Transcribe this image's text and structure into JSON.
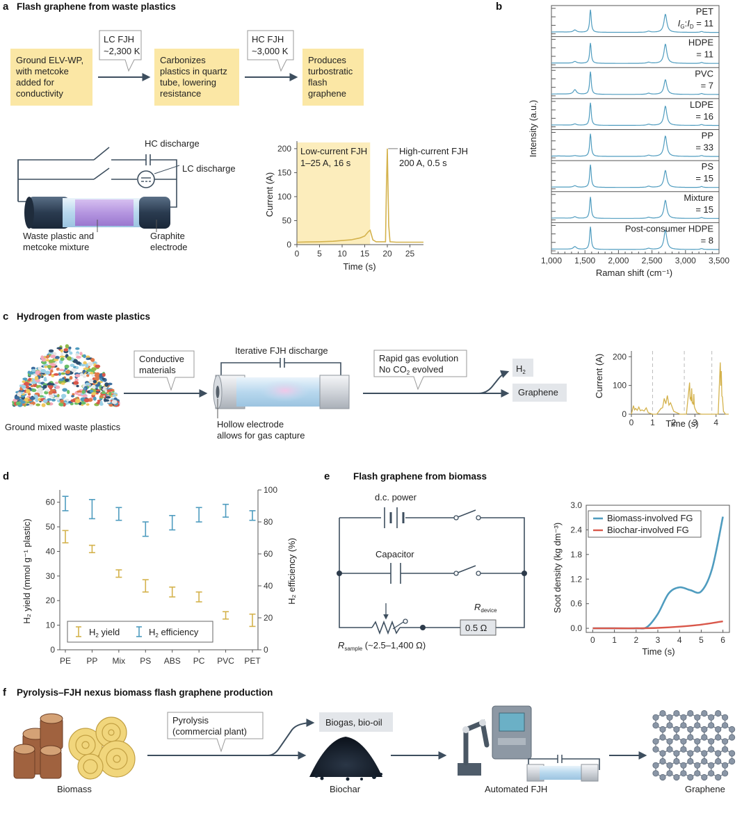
{
  "panel_a": {
    "letter": "a",
    "title": "Flash graphene from waste plastics",
    "box1": [
      "Ground ELV-WP,",
      "with metcoke",
      "added for",
      "conductivity"
    ],
    "callout1": [
      "LC FJH",
      "~2,300 K"
    ],
    "box2": [
      "Carbonizes",
      "plastics in quartz",
      "tube, lowering",
      "resistance"
    ],
    "callout2": [
      "HC FJH",
      "~3,000 K"
    ],
    "box3": [
      "Produces",
      "turbostratic",
      "flash",
      "graphene"
    ],
    "hc_discharge": "HC discharge",
    "lc_discharge": "LC discharge",
    "waste_label": [
      "Waste plastic and",
      "metcoke mixture"
    ],
    "electrode_label": [
      "Graphite",
      "electrode"
    ],
    "current_ylabel": "Current (A)",
    "current_xlabel": "Time (s)",
    "low_current": [
      "Low-current FJH",
      "1–25 A, 16 s"
    ],
    "high_current": [
      "High-current FJH",
      "200 A, 0.5 s"
    ],
    "yticks": [
      "0",
      "50",
      "100",
      "150",
      "200"
    ],
    "xticks": [
      "0",
      "5",
      "10",
      "15",
      "20",
      "25"
    ]
  },
  "panel_b": {
    "letter": "b",
    "ylabel": "Intensity (a.u.)",
    "xlabel": "Raman shift (cm⁻¹)",
    "xticks": [
      "1,000",
      "1,500",
      "2,000",
      "2,500",
      "3,000",
      "3,500"
    ],
    "ratio_prefix": "I",
    "ratio_sub_g": "G",
    "ratio_sep": ":",
    "ratio_sub_d": "D",
    "ratio_suffix": " = 11",
    "spectra": [
      {
        "name": "PET",
        "ratio": ""
      },
      {
        "name": "HDPE",
        "ratio": "= 11"
      },
      {
        "name": "PVC",
        "ratio": "= 7"
      },
      {
        "name": "LDPE",
        "ratio": "= 16"
      },
      {
        "name": "PP",
        "ratio": "= 33"
      },
      {
        "name": "PS",
        "ratio": "= 15"
      },
      {
        "name": "Mixture",
        "ratio": "= 15"
      },
      {
        "name": "Post-consumer HDPE",
        "ratio": "= 8"
      }
    ]
  },
  "panel_c": {
    "letter": "c",
    "title": "Hydrogen from waste plastics",
    "pile_label": "Ground mixed waste plastics",
    "conductive": [
      "Conductive",
      "materials"
    ],
    "iterative": "Iterative FJH discharge",
    "hollow": [
      "Hollow electrode",
      "allows for gas capture"
    ],
    "rapid_1": "Rapid gas evolution",
    "rapid_2a": "No CO",
    "rapid_2sub": "2",
    "rapid_2b": " evolved",
    "h2": "H",
    "h2sub": "2",
    "graphene": "Graphene",
    "ylabel": "Current (A)",
    "xlabel": "Time (s)",
    "yticks": [
      "0",
      "100",
      "200"
    ],
    "xticks": [
      "0",
      "1",
      "2",
      "3",
      "4"
    ]
  },
  "panel_d": {
    "letter": "d",
    "ylabel_left": "H₂ yield (mmol g⁻¹ plastic)",
    "ylabel_right": "H₂ efficiency (%)",
    "legend_yield": "H",
    "legend_yield_sub": "2",
    "legend_yield_rest": " yield",
    "legend_eff": "H",
    "legend_eff_sub": "2",
    "legend_eff_rest": " efficiency",
    "left_ticks": [
      "0",
      "10",
      "20",
      "30",
      "40",
      "50",
      "60"
    ],
    "right_ticks": [
      "0",
      "20",
      "40",
      "60",
      "80",
      "100"
    ]
  },
  "panel_e": {
    "letter": "e",
    "title": "Flash graphene from biomass",
    "dc_power": "d.c. power",
    "capacitor": "Capacitor",
    "r_device": "R",
    "r_device_sub": "device",
    "r_value": "0.5 Ω",
    "r_sample": "R",
    "r_sample_sub": "sample",
    "r_sample_range": " (~2.5–1,400 Ω)",
    "ylabel": "Soot density (kg dm⁻³)",
    "xlabel": "Time (s)",
    "legend1": "Biomass-involved FG",
    "legend2": "Biochar-involved FG",
    "yticks": [
      "0.0",
      "0.6",
      "1.2",
      "1.8",
      "2.4",
      "3.0"
    ],
    "xticks": [
      "0",
      "1",
      "2",
      "3",
      "4",
      "5",
      "6"
    ]
  },
  "panel_f": {
    "letter": "f",
    "title": "Pyrolysis–FJH nexus biomass flash graphene production",
    "biomass": "Biomass",
    "pyrolysis": [
      "Pyrolysis",
      "(commercial plant)"
    ],
    "biogas": "Biogas, bio-oil",
    "biochar": "Biochar",
    "automated": "Automated FJH",
    "graphene": "Graphene"
  },
  "colors": {
    "yellow_box": "#fbe7a5",
    "gold_line": "#d4b24c",
    "teal_line": "#4f9cbf",
    "red_line": "#d9574a",
    "dark_wire": "#3d4e5e"
  },
  "chart_data": [
    {
      "type": "line",
      "id": "a-current",
      "xlabel": "Time (s)",
      "ylabel": "Current (A)",
      "xlim": [
        0,
        28
      ],
      "ylim": [
        0,
        210
      ],
      "series": [
        {
          "x": [
            0,
            2,
            5,
            8,
            10,
            12,
            14,
            15,
            15.8,
            16.2,
            16.8,
            17.5,
            19.6,
            19.8,
            20.0,
            20.3,
            20.6,
            22,
            25,
            28
          ],
          "y": [
            5,
            5.5,
            6,
            7,
            8.5,
            10,
            14,
            18,
            27,
            30,
            10,
            6,
            6,
            120,
            200,
            40,
            6,
            5,
            5,
            5
          ]
        }
      ]
    },
    {
      "type": "line",
      "id": "b-raman",
      "xlabel": "Raman shift (cm⁻¹)",
      "ylabel": "Intensity (a.u.)",
      "xlim": [
        1000,
        3500
      ],
      "series": [
        {
          "name": "PET",
          "d": 0.1,
          "g": 1.0,
          "twod": 0.8
        },
        {
          "name": "HDPE",
          "d": 0.08,
          "g": 0.9,
          "twod": 0.85
        },
        {
          "name": "PVC",
          "d": 0.2,
          "g": 1.0,
          "twod": 0.65
        },
        {
          "name": "LDPE",
          "d": 0.06,
          "g": 1.0,
          "twod": 0.85
        },
        {
          "name": "PP",
          "d": 0.03,
          "g": 1.0,
          "twod": 0.9
        },
        {
          "name": "PS",
          "d": 0.07,
          "g": 1.0,
          "twod": 0.75
        },
        {
          "name": "Mixture",
          "d": 0.07,
          "g": 0.95,
          "twod": 0.8
        },
        {
          "name": "Post-consumer HDPE",
          "d": 0.12,
          "g": 1.0,
          "twod": 0.85
        }
      ]
    },
    {
      "type": "line",
      "id": "c-current",
      "xlabel": "Time (s)",
      "ylabel": "Current (A)",
      "xlim": [
        0,
        4.6
      ],
      "ylim": [
        0,
        220
      ],
      "series": [
        {
          "x": [
            0,
            0.1,
            0.2,
            0.35,
            0.5,
            0.7,
            0.8,
            1.0,
            1.2,
            1.4,
            1.55,
            1.7,
            1.85,
            2.0,
            2.3,
            2.6,
            2.75,
            2.8,
            2.85,
            2.9,
            2.95,
            3.0,
            3.1,
            3.3,
            3.5,
            3.9,
            4.1,
            4.2,
            4.25,
            4.3,
            4.35,
            4.45,
            4.6
          ],
          "y": [
            0,
            30,
            20,
            25,
            15,
            22,
            5,
            0,
            0,
            20,
            55,
            65,
            40,
            10,
            0,
            0,
            110,
            60,
            90,
            40,
            70,
            20,
            5,
            0,
            0,
            0,
            0,
            180,
            150,
            60,
            10,
            0,
            0
          ]
        }
      ]
    },
    {
      "type": "scatter",
      "id": "d-hydrogen",
      "categories": [
        "PE",
        "PP",
        "Mix",
        "PS",
        "ABS",
        "PC",
        "PVC",
        "PET"
      ],
      "ylabel": "H₂ yield (mmol g⁻¹ plastic)",
      "y2label": "H₂ efficiency (%)",
      "ylim": [
        0,
        65
      ],
      "y2lim": [
        0,
        100
      ],
      "series": [
        {
          "name": "H₂ yield",
          "axis": "left",
          "low": [
            43.5,
            39.5,
            29.5,
            23.5,
            21.5,
            19.5,
            12.5,
            9.5
          ],
          "high": [
            48.5,
            42.5,
            32.5,
            28.5,
            25.5,
            23.5,
            15.5,
            14.5
          ]
        },
        {
          "name": "H₂ efficiency",
          "axis": "right",
          "low": [
            87,
            82,
            81,
            71,
            75,
            80,
            83,
            81
          ],
          "high": [
            96,
            94,
            89,
            80,
            84,
            89,
            91,
            87
          ]
        }
      ]
    },
    {
      "type": "line",
      "id": "e-soot",
      "xlabel": "Time (s)",
      "ylabel": "Soot density (kg dm⁻³)",
      "xlim": [
        -0.3,
        6.3
      ],
      "ylim": [
        -0.1,
        3.0
      ],
      "series": [
        {
          "name": "Biomass-involved FG",
          "x": [
            0,
            1,
            2,
            2.5,
            3,
            3.5,
            4,
            4.5,
            5,
            5.5,
            6
          ],
          "y": [
            0,
            0,
            0,
            0.03,
            0.35,
            0.85,
            1.0,
            0.93,
            0.9,
            1.45,
            2.72
          ]
        },
        {
          "name": "Biochar-involved FG",
          "x": [
            0,
            1,
            2,
            3,
            4,
            5,
            6
          ],
          "y": [
            0,
            0,
            0,
            0.01,
            0.04,
            0.09,
            0.17
          ]
        }
      ]
    }
  ]
}
